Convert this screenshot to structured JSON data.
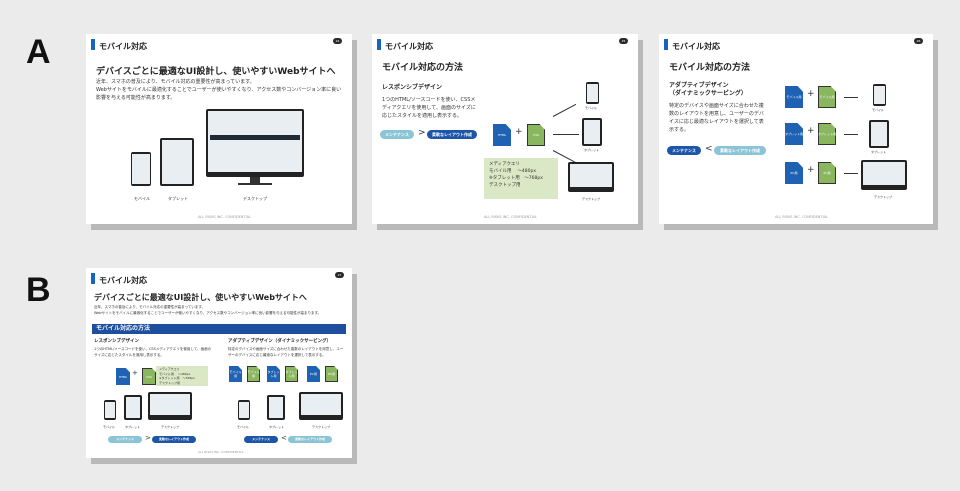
{
  "labels": {
    "a": "A",
    "b": "B"
  },
  "common": {
    "slide_title": "モバイル対応",
    "footer": "ALL RISKS INC. CONFIDENTIAL",
    "device_labels": {
      "mobile": "モバイル",
      "tablet": "タブレット",
      "desktop": "デスクトップ"
    },
    "pill_maintenance": "メンテナンス",
    "pill_flexibility": "柔軟なレイアウト作成",
    "colors": {
      "accent_blue": "#1d56a8",
      "bar_blue": "#1565c0",
      "pill_light": "#8ac4d6",
      "file_green": "#8ab660",
      "callout_green": "#dbe8c5"
    }
  },
  "slide_a1": {
    "page_num": "24",
    "heading": "デバイスごとに最適なUI設計し、使いやすいWebサイトへ",
    "body_line1": "近年、スマホの普及により、モバイル対応の重要性が高まっています。",
    "body_line2": "Webサイトをモバイルに最適化することでユーザーが使いやすくなり、アクセス数やコンバージョン率に良い影響を与える可能性が高まります。"
  },
  "slide_a2": {
    "page_num": "25",
    "heading": "モバイル対応の方法",
    "subhead": "レスポンシブデザイン",
    "body": "1つのHTML/ソースコードを使い、CSSメディアクエリを使用して、画面のサイズに応じたスタイルを適用し表示する。",
    "file_html": "HTML",
    "file_css": "CSS",
    "callout_lines": [
      "メディアクエリ",
      "モバイル用 　～480px",
      "※タブレット用　～768px",
      "デスクトップ用"
    ]
  },
  "slide_a3": {
    "page_num": "26",
    "heading": "モバイル対応の方法",
    "subhead_line1": "アダプティブデザイン",
    "subhead_line2": "（ダイナミックサービング）",
    "body": "特定のデバイスや画面サイズに合わせた複数のレイアウトを用意し、ユーザーのデバイスに応じ最適なレイアウトを選択して表示する。",
    "file_labels": [
      "モバイル用",
      "タブレット用",
      "PC用"
    ]
  },
  "slide_b": {
    "page_num": "27",
    "heading": "デバイスごとに最適なUI設計し、使いやすいWebサイトへ",
    "body_line1": "近年、スマホの普及により、モバイル対応の重要性が高まっています。",
    "body_line2": "Webサイトをモバイルに最適化することでユーザーが使いやすくなり、アクセス数やコンバージョン率に良い影響を与える可能性が高まります。",
    "section_title": "モバイル対応の方法",
    "left_subhead": "レスポンシブデザイン",
    "left_body": "1つのHTML/ソースコードを使い、CSSメディアクエリを使用して、画面のサイズに応じたスタイルを適用し表示する。",
    "right_subhead": "アダプティブデザイン（ダイナミックサービング）",
    "right_body": "特定のデバイスや画面サイズに合わせた複数のレイアウトを用意し、ユーザーのデバイスに応じ最適なレイアウトを選択して表示する。"
  }
}
